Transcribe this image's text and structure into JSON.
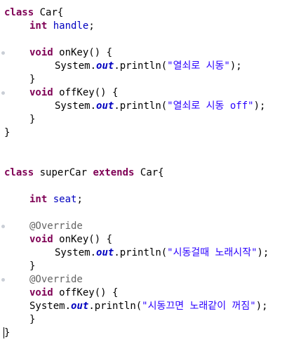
{
  "code_lines": [
    {
      "indent": 0,
      "tokens": [
        {
          "t": "class",
          "c": "kw"
        },
        {
          "t": " Car{",
          "c": ""
        }
      ]
    },
    {
      "indent": 1,
      "tokens": [
        {
          "t": "int",
          "c": "kw"
        },
        {
          "t": " ",
          "c": ""
        },
        {
          "t": "handle",
          "c": "fld"
        },
        {
          "t": ";",
          "c": ""
        }
      ]
    },
    {
      "indent": 0,
      "tokens": []
    },
    {
      "indent": 1,
      "marker": true,
      "tokens": [
        {
          "t": "void",
          "c": "kw"
        },
        {
          "t": " onKey() {",
          "c": ""
        }
      ]
    },
    {
      "indent": 2,
      "tokens": [
        {
          "t": "System.",
          "c": ""
        },
        {
          "t": "out",
          "c": "sfld"
        },
        {
          "t": ".println(",
          "c": ""
        },
        {
          "t": "\"열쇠로 시동\"",
          "c": "str"
        },
        {
          "t": ");",
          "c": ""
        }
      ]
    },
    {
      "indent": 1,
      "tokens": [
        {
          "t": "}",
          "c": ""
        }
      ]
    },
    {
      "indent": 1,
      "marker": true,
      "tokens": [
        {
          "t": "void",
          "c": "kw"
        },
        {
          "t": " offKey() {",
          "c": ""
        }
      ]
    },
    {
      "indent": 2,
      "tokens": [
        {
          "t": "System.",
          "c": ""
        },
        {
          "t": "out",
          "c": "sfld"
        },
        {
          "t": ".println(",
          "c": ""
        },
        {
          "t": "\"열쇠로 시동 off\"",
          "c": "str"
        },
        {
          "t": ");",
          "c": ""
        }
      ]
    },
    {
      "indent": 1,
      "tokens": [
        {
          "t": "}",
          "c": ""
        }
      ]
    },
    {
      "indent": 0,
      "tokens": [
        {
          "t": "}",
          "c": ""
        }
      ]
    },
    {
      "indent": 0,
      "tokens": []
    },
    {
      "indent": 0,
      "tokens": []
    },
    {
      "indent": 0,
      "tokens": [
        {
          "t": "class",
          "c": "kw"
        },
        {
          "t": " superCar ",
          "c": ""
        },
        {
          "t": "extends",
          "c": "kw"
        },
        {
          "t": " Car{",
          "c": ""
        }
      ]
    },
    {
      "indent": 0,
      "tokens": []
    },
    {
      "indent": 1,
      "tokens": [
        {
          "t": "int",
          "c": "kw"
        },
        {
          "t": " ",
          "c": ""
        },
        {
          "t": "seat",
          "c": "fld"
        },
        {
          "t": ";",
          "c": ""
        }
      ]
    },
    {
      "indent": 0,
      "tokens": []
    },
    {
      "indent": 1,
      "marker": true,
      "tokens": [
        {
          "t": "@Override",
          "c": "ann"
        }
      ]
    },
    {
      "indent": 1,
      "tokens": [
        {
          "t": "void",
          "c": "kw"
        },
        {
          "t": " onKey() {",
          "c": ""
        }
      ]
    },
    {
      "indent": 2,
      "tokens": [
        {
          "t": "System.",
          "c": ""
        },
        {
          "t": "out",
          "c": "sfld"
        },
        {
          "t": ".println(",
          "c": ""
        },
        {
          "t": "\"시동걸때 노래시작\"",
          "c": "str"
        },
        {
          "t": ");",
          "c": ""
        }
      ]
    },
    {
      "indent": 1,
      "tokens": [
        {
          "t": "}",
          "c": ""
        }
      ]
    },
    {
      "indent": 1,
      "marker": true,
      "tokens": [
        {
          "t": "@Override",
          "c": "ann"
        }
      ]
    },
    {
      "indent": 1,
      "tokens": [
        {
          "t": "void",
          "c": "kw"
        },
        {
          "t": " offKey() {",
          "c": ""
        }
      ]
    },
    {
      "indent": 1,
      "tokens": [
        {
          "t": "System.",
          "c": ""
        },
        {
          "t": "out",
          "c": "sfld"
        },
        {
          "t": ".println(",
          "c": ""
        },
        {
          "t": "\"시동끄면 노래같이 꺼짐\"",
          "c": "str"
        },
        {
          "t": ");",
          "c": ""
        }
      ]
    },
    {
      "indent": 1,
      "tokens": [
        {
          "t": "}",
          "c": ""
        }
      ]
    },
    {
      "indent": 0,
      "cursor": true,
      "tokens": [
        {
          "t": "}",
          "c": ""
        }
      ]
    }
  ],
  "colors": {
    "keyword": "#7f0055",
    "field": "#0000c0",
    "string": "#2a00ff",
    "annotation": "#646464",
    "background": "#ffffff"
  }
}
